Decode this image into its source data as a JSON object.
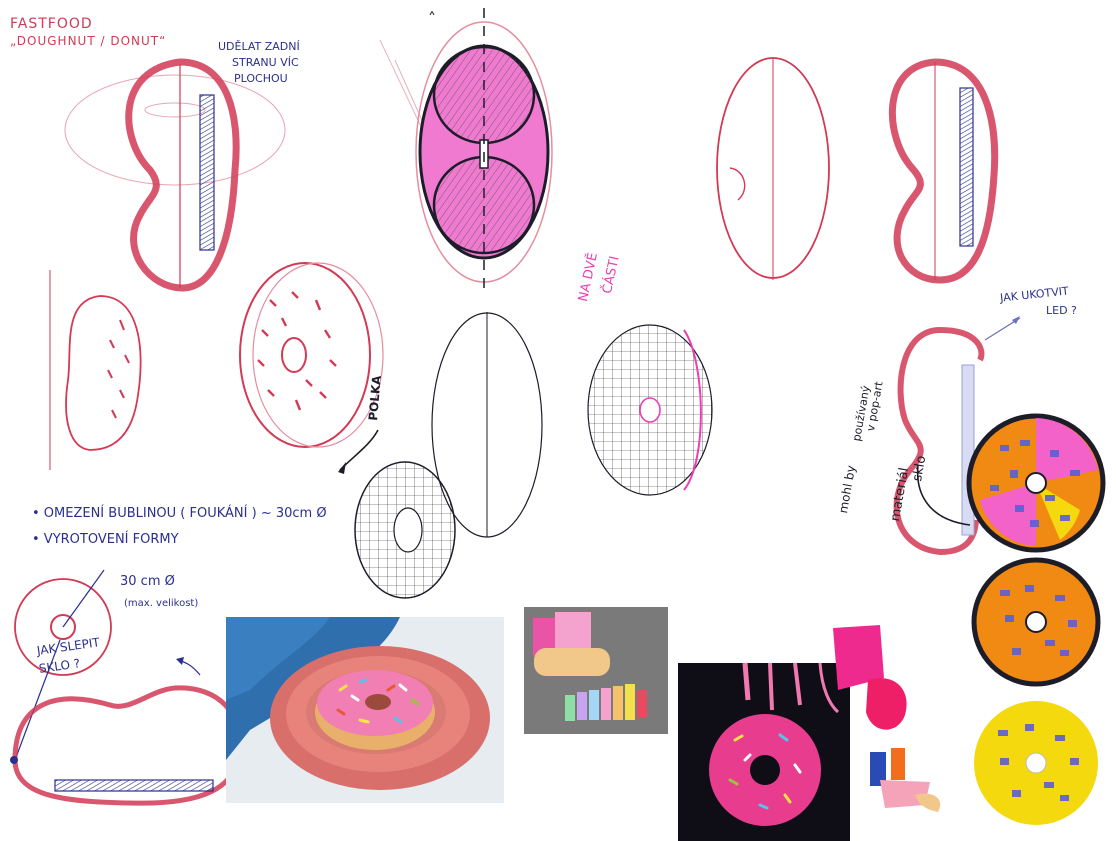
{
  "title": {
    "line1": "FASTFOOD",
    "line2": "„DOUGHNUT / DONUT“"
  },
  "notes": {
    "back_side": "UDĚLAT ZADNÍ STRANU VÍC PLOCHOU",
    "back_side_l1": "UDĚLAT ZADNÍ",
    "back_side_l2": "STRANU VÍC",
    "back_side_l3": "PLOCHOU",
    "pink_two_parts_l1": "NA DVĚ",
    "pink_two_parts_l2": "ČÁSTI",
    "polka": "POLKA",
    "anchor_l1": "JAK UKOTVIT",
    "anchor_l2": "LED ?",
    "popart_l1": "mohl by",
    "popart_l2": "používaný",
    "popart_l3": "v pop-art",
    "material_l1": "materiál",
    "material_l2": "sklo",
    "bullet1": "• OMEZENÍ  BUBLINOU ( FOUKÁNÍ ) ~ 30cm Ø",
    "bullet2": "• VYROTOVENÍ  FORMY",
    "size_l1": "30 cm Ø",
    "size_l2": "(max. velikost)",
    "glue_l1": "JAK SLEPIT",
    "glue_l2": "SKLO ?"
  },
  "colors": {
    "pencil_red": "#d23a55",
    "pen_blue": "#2b2f8f",
    "marker_pink": "#ec3fb3",
    "fill_pink": "#f07ad0",
    "glaze_orange": "#f18a12",
    "glaze_yellow": "#f5d90f",
    "glaze_pink": "#f262c8",
    "sprinkle_blue": "#5b5fd6",
    "photo_bg_blue": "#2f6fae",
    "plate_pink": "#e8837c",
    "palette_gray": "#7a7a7a"
  },
  "icons": {
    "arrow": "arrow-icon",
    "led_strip": "led-strip-icon"
  }
}
